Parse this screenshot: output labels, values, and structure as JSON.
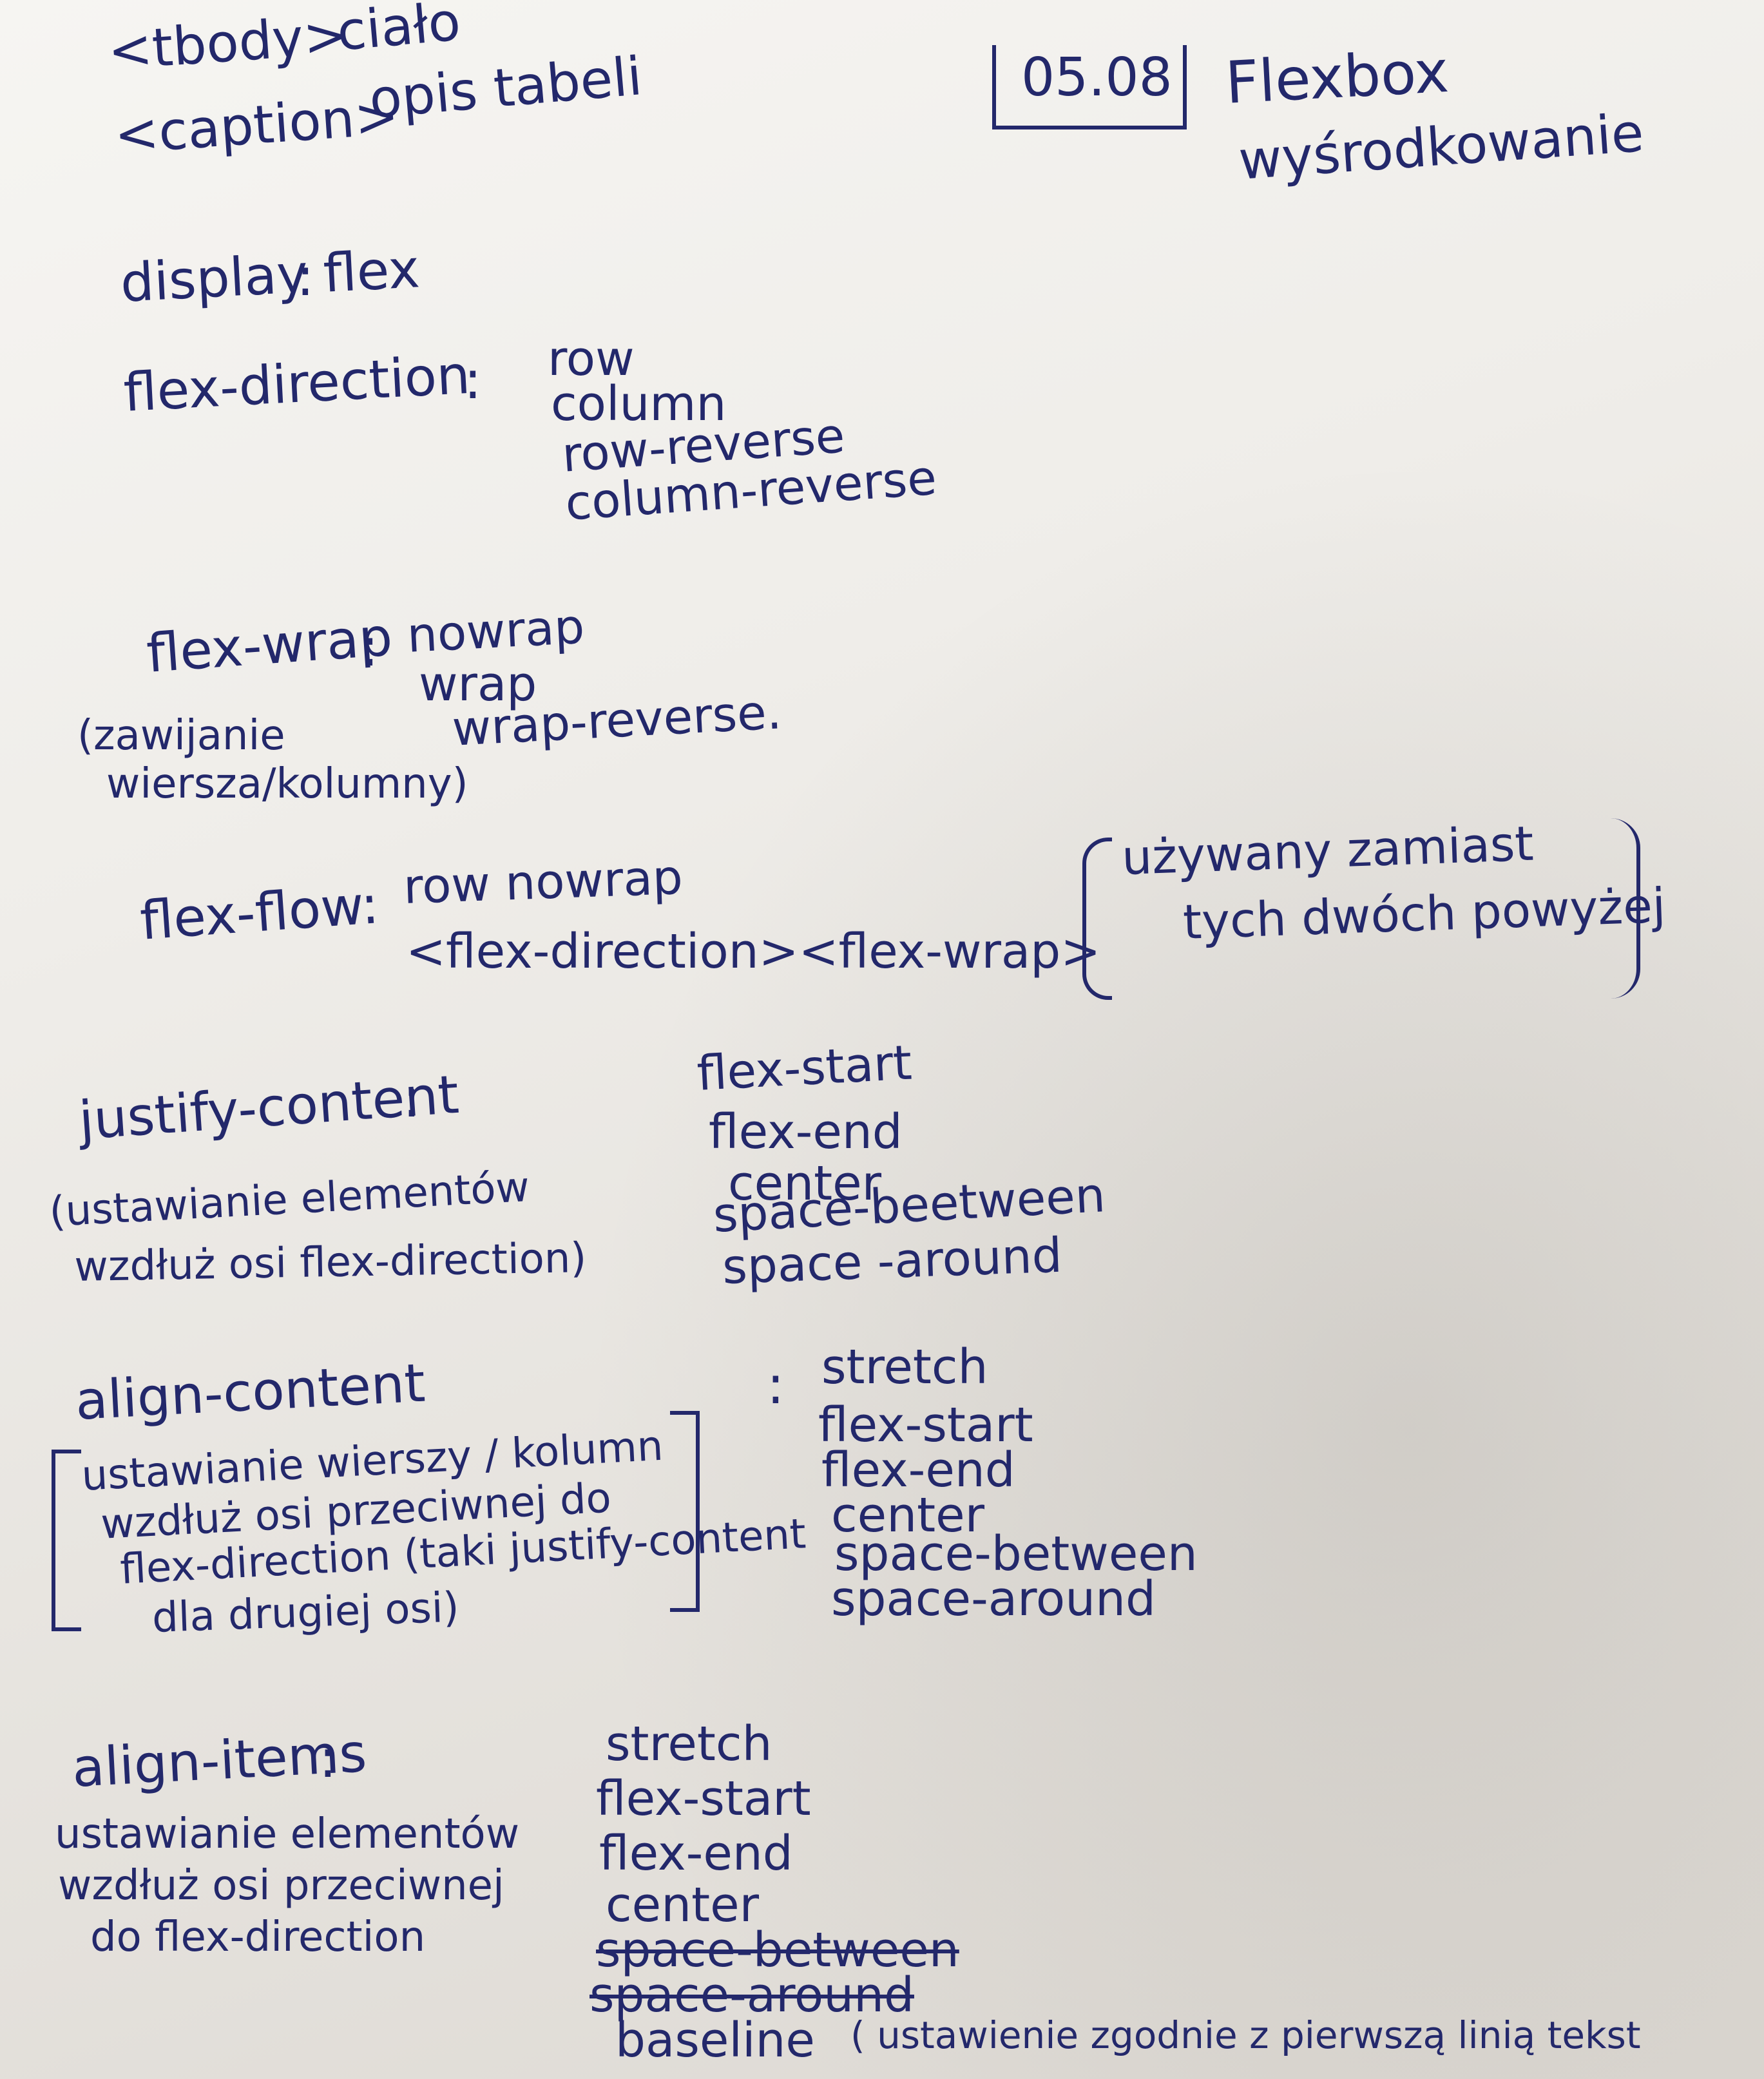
{
  "header": {
    "date": "05.08",
    "topic_title": "Flexbox",
    "topic_subtitle": "wyśrodkowanie"
  },
  "table_tags": [
    {
      "tag": "<tbody>",
      "desc": "ciało"
    },
    {
      "tag": "<caption>",
      "desc": "opis tabeli"
    }
  ],
  "display": {
    "prop": "display",
    "sep": ":",
    "value": "flex"
  },
  "flex_direction": {
    "prop": "flex-direction",
    "sep": ":",
    "values": [
      "row",
      "column",
      "row-reverse",
      "column-reverse"
    ]
  },
  "flex_wrap": {
    "prop": "flex-wrap",
    "sep": ":",
    "note_line1": "(zawijanie",
    "note_line2": "wiersza/kolumny)",
    "values": [
      "nowrap",
      "wrap",
      "wrap-reverse."
    ]
  },
  "flex_flow": {
    "prop": "flex-flow:",
    "example": "row   nowrap",
    "syntax": "<flex-direction><flex-wrap>",
    "note_line1": "używany zamiast",
    "note_line2": "tych dwóch powyżej"
  },
  "justify_content": {
    "prop": "justify-content",
    "sep": ":",
    "note_line1": "(ustawianie elementów",
    "note_line2": "wzdłuż osi flex-direction)",
    "values": [
      "flex-start",
      "flex-end",
      "center",
      "space-beetween",
      "space -around"
    ]
  },
  "align_content": {
    "prop": "align-content",
    "sep": ":",
    "note_lines": [
      "ustawianie wierszy / kolumn",
      "wzdłuż osi przeciwnej do",
      "flex-direction (taki justify-content",
      "dla drugiej osi)"
    ],
    "values": [
      "stretch",
      "flex-start",
      "flex-end",
      "center",
      "space-between",
      "space-around"
    ]
  },
  "align_items": {
    "prop": "align-items",
    "sep": ":",
    "note_lines": [
      "ustawianie elementów",
      "wzdłuż osi przeciwnej",
      "do flex-direction"
    ],
    "values": [
      "stretch",
      "flex-start",
      "flex-end",
      "center"
    ],
    "crossed_out": [
      "space-between",
      "space-around"
    ],
    "last_value": "baseline",
    "last_note": "( ustawienie zgodnie z pierwszą linią tekst"
  }
}
